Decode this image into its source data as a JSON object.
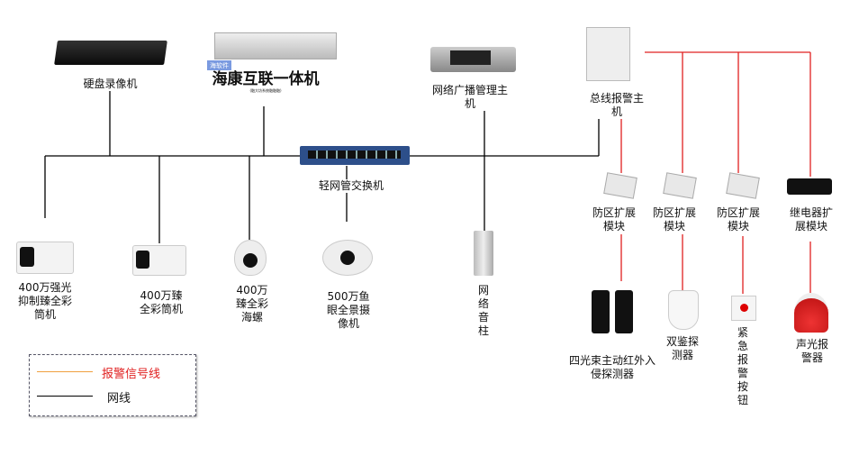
{
  "devices": {
    "nvr": "硬盘录像机",
    "allinone_badge": "海软件",
    "allinone": "海康互联一体机",
    "allinone_sub": "(融大坊系统融融融)",
    "broadcast": "网络广播管理主机",
    "alarm_host": "总线报警主机",
    "switch": "轻网管交换机",
    "cam1": "400万强光抑制臻全彩筒机",
    "cam2": "400万臻全彩筒机",
    "cam3": "400万臻全彩海螺",
    "cam4": "500万鱼眼全景摄像机",
    "speaker": "网络音柱",
    "zone1": "防区扩展模块",
    "zone2": "防区扩展模块",
    "zone3": "防区扩展模块",
    "relay": "继电器扩展模块",
    "beam": "四光束主动红外入侵探测器",
    "dual": "双鉴探测器",
    "button": "紧急报警按钮",
    "siren": "声光报警器"
  },
  "legend": {
    "alarm": "报警信号线",
    "network": "网线"
  },
  "colors": {
    "alarm": "#e02020",
    "network": "#000000",
    "legend_alarm_line": "#f0a040"
  }
}
